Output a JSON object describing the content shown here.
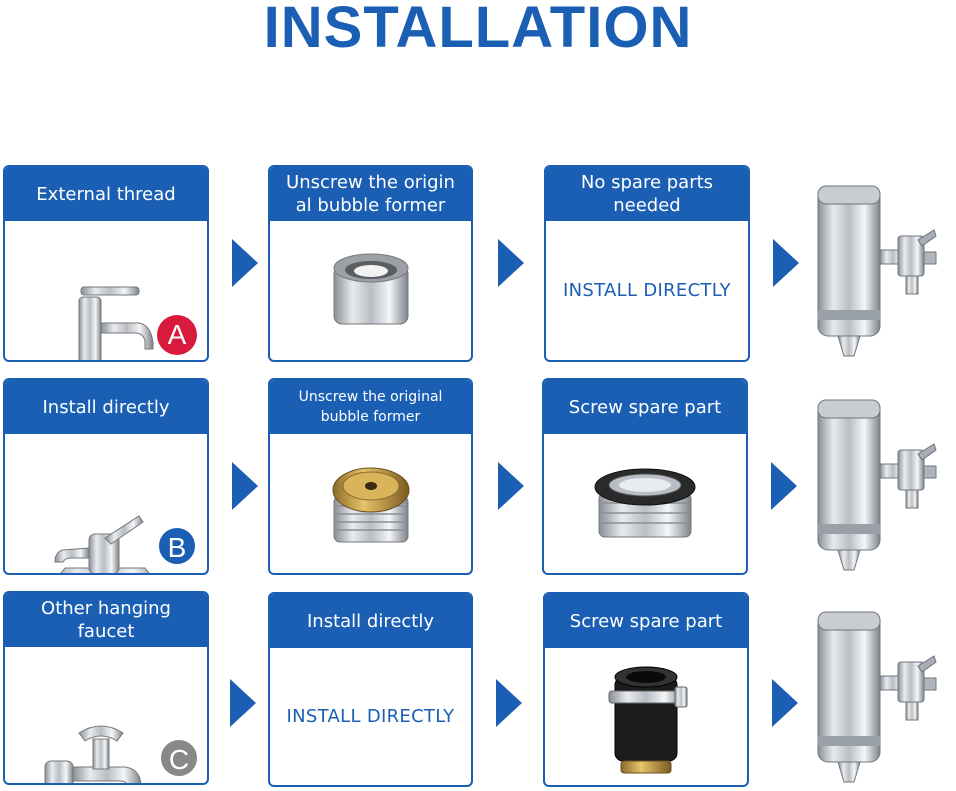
{
  "title": "INSTALLATION",
  "colors": {
    "brand": "#1a5fb4",
    "badge_a": "#d81b3c",
    "badge_b": "#1a5fb4",
    "badge_c": "#888888"
  },
  "rows": [
    {
      "badge": "A",
      "step1": {
        "label": "External thread",
        "icon": "pillar-tap-icon"
      },
      "step2": {
        "label": "Unscrew the origin al bubble former",
        "icon": "aerator-icon"
      },
      "step3": {
        "label": "No spare parts needed",
        "body_text": "INSTALL DIRECTLY"
      },
      "result_icon": "water-filter-icon"
    },
    {
      "badge": "B",
      "step1": {
        "label": "Install directly",
        "icon": "basin-mixer-icon"
      },
      "step2": {
        "label": "Unscrew the original bubble former",
        "icon": "brass-aerator-icon"
      },
      "step3": {
        "label": "Screw spare part",
        "icon": "thread-adapter-icon"
      },
      "result_icon": "water-filter-icon"
    },
    {
      "badge": "C",
      "step1": {
        "label": "Other hanging faucet",
        "icon": "wall-tap-icon"
      },
      "step2": {
        "label": "Install directly",
        "body_text": "INSTALL DIRECTLY"
      },
      "step3": {
        "label": "Screw spare part",
        "icon": "rubber-adapter-icon"
      },
      "result_icon": "water-filter-icon"
    }
  ]
}
